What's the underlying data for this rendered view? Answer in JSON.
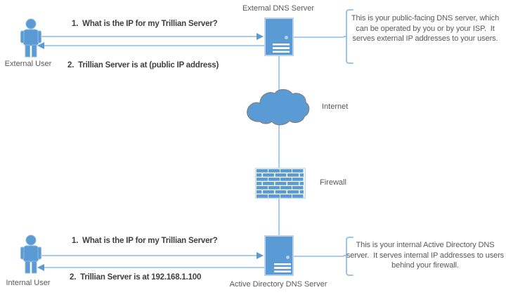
{
  "colors": {
    "shape_blue": "#5b9bd5",
    "line_blue": "#a9cbec",
    "bracket_blue": "#9dc3e6",
    "label_gray": "#595959",
    "message_dark": "#3f3f3f"
  },
  "external_flow": {
    "user_label": "External User",
    "server_label": "External DNS Server",
    "message_request": "1.  What is the IP for my Trillian Server?",
    "message_response": "2.  Trillian Server is at (public IP address)",
    "callout": "This is your public-facing DNS server, which can be operated by you or by your ISP.  It serves external IP addresses to your users."
  },
  "network": {
    "internet_label": "Internet",
    "firewall_label": "Firewall"
  },
  "internal_flow": {
    "user_label": "Internal User",
    "server_label": "Active Directory DNS Server",
    "message_request": "1.  What is the IP for my Trillian Server?",
    "message_response": "2.  Trillian Server is at 192.168.1.100",
    "callout": "This is your internal Active Directory DNS server.  It serves internal IP addresses to users behind your firewall."
  }
}
